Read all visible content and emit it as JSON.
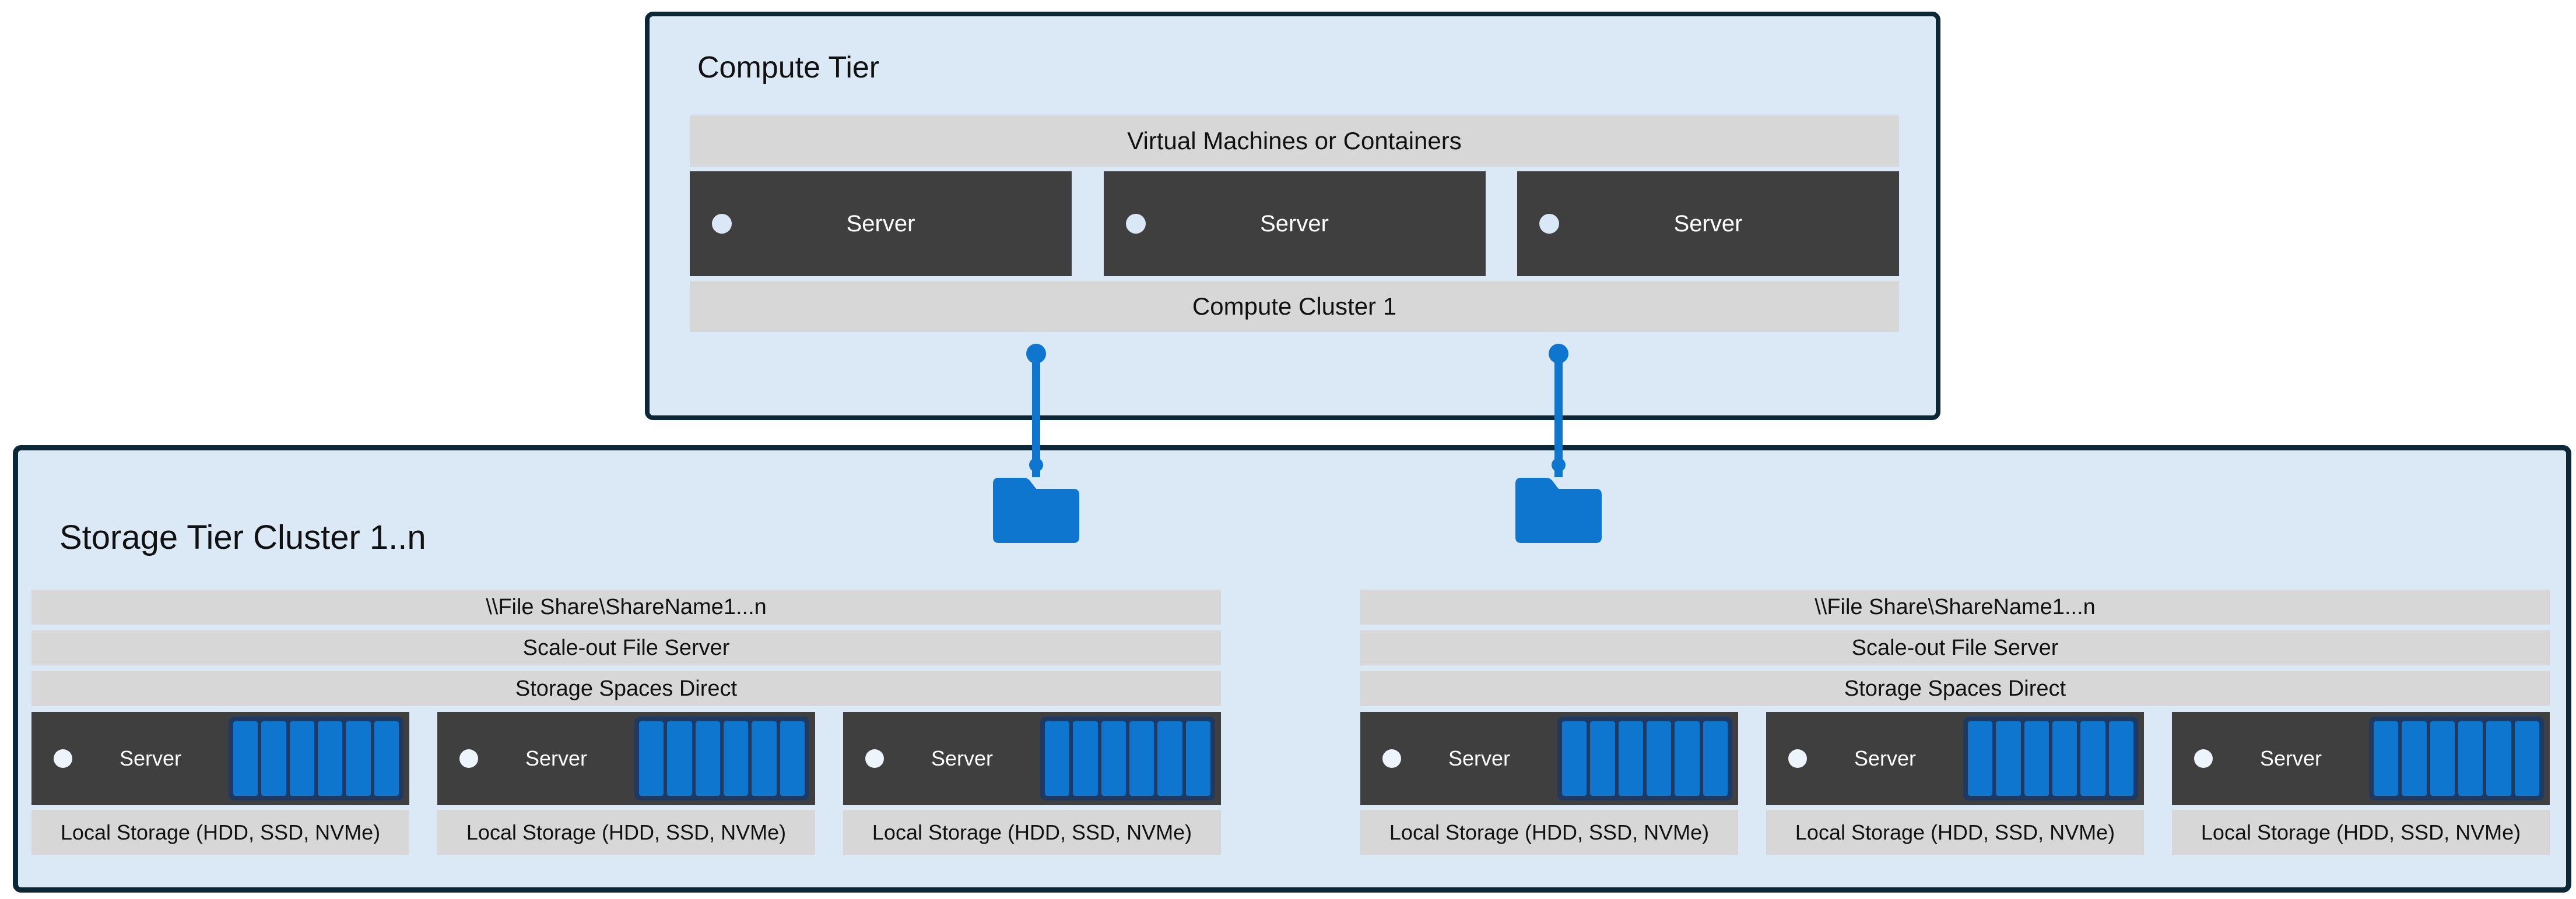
{
  "colors": {
    "page_bg": "#ffffff",
    "panel_bg": "#dbe8f6",
    "panel_border": "#0c2836",
    "bar_bg": "#d7d7d7",
    "server_bg": "#3f3f3f",
    "accent_blue": "#0f76cf",
    "disk_outline": "#1e3a63",
    "dot_light": "#d9e7f6",
    "dot_white": "#eef4fc",
    "text_dark": "#111111",
    "text_light": "#ffffff"
  },
  "icons": {
    "status_dot": "circle",
    "connector_dot": "circle",
    "folder": "folder-solid",
    "disk_slat": "vertical-bar"
  },
  "compute_tier": {
    "title": "Compute Tier",
    "platform_bar": "Virtual Machines or Containers",
    "cluster_bar": "Compute Cluster 1",
    "servers": [
      "Server",
      "Server",
      "Server"
    ]
  },
  "storage_tier": {
    "title": "Storage Tier Cluster 1..n",
    "clusters": [
      {
        "file_share": "\\\\File Share\\ShareName1...n",
        "scale_out": "Scale-out File Server",
        "spaces_direct": "Storage Spaces Direct",
        "servers": [
          "Server",
          "Server",
          "Server"
        ],
        "local_storage": [
          "Local Storage (HDD, SSD, NVMe)",
          "Local Storage (HDD, SSD, NVMe)",
          "Local Storage (HDD, SSD, NVMe)"
        ]
      },
      {
        "file_share": "\\\\File Share\\ShareName1...n",
        "scale_out": "Scale-out File Server",
        "spaces_direct": "Storage Spaces Direct",
        "servers": [
          "Server",
          "Server",
          "Server"
        ],
        "local_storage": [
          "Local Storage (HDD, SSD, NVMe)",
          "Local Storage (HDD, SSD, NVMe)",
          "Local Storage (HDD, SSD, NVMe)"
        ]
      }
    ]
  }
}
